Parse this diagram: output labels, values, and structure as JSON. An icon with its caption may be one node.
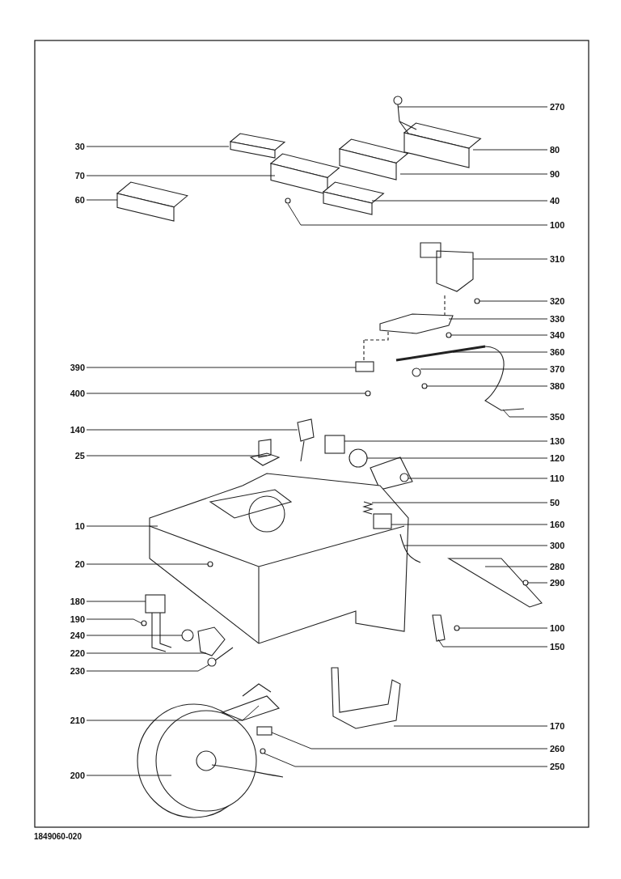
{
  "diagram": {
    "nodes": [
      {
        "text": [
          "270"
        ]
      },
      {
        "text": [
          "30"
        ]
      },
      {
        "text": [
          "80"
        ]
      },
      {
        "text": [
          "90"
        ]
      },
      {
        "text": [
          "70"
        ]
      },
      {
        "text": [
          "60"
        ]
      },
      {
        "text": [
          "40"
        ]
      },
      {
        "text": [
          "100"
        ]
      },
      {
        "text": [
          "310"
        ]
      },
      {
        "text": [
          "320"
        ]
      },
      {
        "text": [
          "330"
        ]
      },
      {
        "text": [
          "340"
        ]
      },
      {
        "text": [
          "360"
        ]
      },
      {
        "text": [
          "390"
        ]
      },
      {
        "text": [
          "370"
        ]
      },
      {
        "text": [
          "380"
        ]
      },
      {
        "text": [
          "400"
        ]
      },
      {
        "text": [
          "350"
        ]
      },
      {
        "text": [
          "140"
        ]
      },
      {
        "text": [
          "130"
        ]
      },
      {
        "text": [
          "25"
        ]
      },
      {
        "text": [
          "120"
        ]
      },
      {
        "text": [
          "110"
        ]
      },
      {
        "text": [
          "50"
        ]
      },
      {
        "text": [
          "160"
        ]
      },
      {
        "text": [
          "10"
        ]
      },
      {
        "text": [
          "300"
        ]
      },
      {
        "text": [
          "280"
        ]
      },
      {
        "text": [
          "20"
        ]
      },
      {
        "text": [
          "290"
        ]
      },
      {
        "text": [
          "180"
        ]
      },
      {
        "text": [
          "190"
        ]
      },
      {
        "text": [
          "100"
        ]
      },
      {
        "text": [
          "240"
        ]
      },
      {
        "text": [
          "150"
        ]
      },
      {
        "text": [
          "220"
        ]
      },
      {
        "text": [
          "230"
        ]
      },
      {
        "text": [
          "210"
        ]
      },
      {
        "text": [
          "170"
        ]
      },
      {
        "text": [
          "260"
        ]
      },
      {
        "text": [
          "250"
        ]
      },
      {
        "text": [
          "200"
        ]
      }
    ],
    "edges": [
      {
        "from": 0,
        "to": null,
        "arrow": "none"
      },
      {
        "from": 1,
        "to": null,
        "arrow": "none"
      },
      {
        "from": 2,
        "to": null,
        "arrow": "none"
      },
      {
        "from": 3,
        "to": null,
        "arrow": "none"
      },
      {
        "from": 4,
        "to": null,
        "arrow": "none"
      },
      {
        "from": 5,
        "to": null,
        "arrow": "none"
      },
      {
        "from": 6,
        "to": null,
        "arrow": "none"
      },
      {
        "from": 7,
        "to": null,
        "arrow": "none"
      },
      {
        "from": 8,
        "to": null,
        "arrow": "none"
      },
      {
        "from": 9,
        "to": null,
        "arrow": "none"
      },
      {
        "from": 10,
        "to": null,
        "arrow": "none"
      },
      {
        "from": 11,
        "to": null,
        "arrow": "none"
      },
      {
        "from": 12,
        "to": null,
        "arrow": "none"
      },
      {
        "from": 13,
        "to": null,
        "arrow": "none"
      },
      {
        "from": 14,
        "to": null,
        "arrow": "none"
      },
      {
        "from": 15,
        "to": null,
        "arrow": "none"
      },
      {
        "from": 16,
        "to": null,
        "arrow": "none"
      },
      {
        "from": 17,
        "to": null,
        "arrow": "none"
      },
      {
        "from": 18,
        "to": null,
        "arrow": "none"
      },
      {
        "from": 19,
        "to": null,
        "arrow": "none"
      },
      {
        "from": 20,
        "to": null,
        "arrow": "none"
      },
      {
        "from": 21,
        "to": null,
        "arrow": "none"
      },
      {
        "from": 22,
        "to": null,
        "arrow": "none"
      },
      {
        "from": 23,
        "to": null,
        "arrow": "none"
      },
      {
        "from": 24,
        "to": null,
        "arrow": "none"
      },
      {
        "from": 25,
        "to": null,
        "arrow": "none"
      },
      {
        "from": 26,
        "to": null,
        "arrow": "none"
      },
      {
        "from": 27,
        "to": null,
        "arrow": "none"
      },
      {
        "from": 28,
        "to": null,
        "arrow": "none"
      },
      {
        "from": 29,
        "to": null,
        "arrow": "none"
      },
      {
        "from": 30,
        "to": null,
        "arrow": "none"
      },
      {
        "from": 31,
        "to": null,
        "arrow": "none"
      },
      {
        "from": 32,
        "to": null,
        "arrow": "none"
      },
      {
        "from": 33,
        "to": null,
        "arrow": "none"
      },
      {
        "from": 34,
        "to": null,
        "arrow": "none"
      },
      {
        "from": 35,
        "to": null,
        "arrow": "none"
      },
      {
        "from": 36,
        "to": null,
        "arrow": "none"
      },
      {
        "from": 37,
        "to": null,
        "arrow": "none"
      },
      {
        "from": 38,
        "to": null,
        "arrow": "none"
      },
      {
        "from": 39,
        "to": null,
        "arrow": "none"
      },
      {
        "from": 40,
        "to": null,
        "arrow": "none"
      },
      {
        "from": 41,
        "to": null,
        "arrow": "none"
      }
    ],
    "labels": [
      "1849060-020"
    ]
  }
}
